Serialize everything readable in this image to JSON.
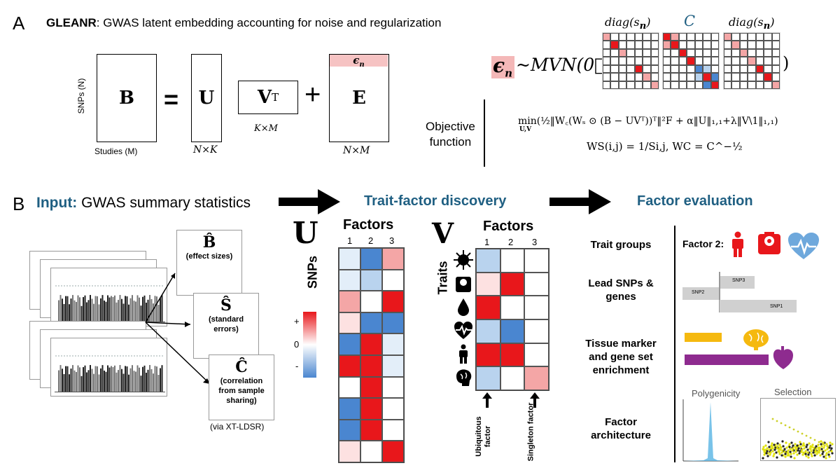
{
  "panel_a": {
    "letter": "A",
    "title_bold": "GLEANR",
    "title_rest": ": GWAS latent embedding accounting for noise and regularization",
    "y_label": "SNPs (N)",
    "x_label": "Studies (M)",
    "mat_b": "B",
    "equals": "=",
    "mat_u": "U",
    "dim_u": "N×K",
    "mat_vt": "V",
    "sup_t": "T",
    "dim_vt": "K×M",
    "plus": "+",
    "mat_e": "E",
    "eps_label": "ϵ",
    "eps_sub": "n",
    "dim_e": "N×M",
    "mvn_eps": "ϵ",
    "mvn_eps_sub": "n",
    "mvn_text": "~MVN(0⃗,",
    "mvn_close": ")",
    "diag_left": "diag(s",
    "diag_sub": "n",
    "diag_close": ")",
    "c_label": "C",
    "diag_right": "diag(s",
    "objective_label_1": "Objective",
    "objective_label_2": "function",
    "objective_formula": "min(½‖W꜀(Wₛ ⊙ (B − UVᵀ))ᵀ‖²F + α‖U‖₁,₁+λ‖V\\1‖₁,₁)",
    "objective_sub": "U,V",
    "weights_formula": "WS(i,j) = 1/Si,j, WC = C^−½"
  },
  "panel_b": {
    "letter": "B",
    "input_label": "Input:",
    "input_rest": " GWAS summary statistics",
    "discovery_title": "Trait-factor discovery",
    "evaluation_title": "Factor evaluation",
    "card_b_hat": "B̂",
    "card_b_text": "(effect sizes)",
    "card_s_hat": "Ŝ",
    "card_s_text": "(standard errors)",
    "card_c_hat": "Ĉ",
    "card_c_text": "(correlation from sample sharing)",
    "via_text": "(via XT-LDSR)",
    "u_letter": "U",
    "u_factors": "Factors",
    "u_rowlabel": "SNPs",
    "u_cols": [
      "1",
      "2",
      "3"
    ],
    "v_letter": "V",
    "v_factors": "Factors",
    "v_rowlabel": "Traits",
    "v_cols": [
      "1",
      "2",
      "3"
    ],
    "legend_plus": "+",
    "legend_zero": "0",
    "legend_minus": "-",
    "ubiquitous": "Ubiquitous factor",
    "singleton": "Singleton factor",
    "eval_rows": [
      "Trait groups",
      "Lead SNPs & genes",
      "Tissue marker and gene set enrichment",
      "Factor architecture"
    ],
    "factor2_label": "Factor 2:",
    "snp3": "SNP3",
    "snp2": "SNP2",
    "snp1": "SNP1",
    "polygenicity": "Polygenicity",
    "selection": "Selection"
  },
  "colors": {
    "blue_heading": "#1f5f82",
    "red": "#e8171b",
    "light_red": "#f4a6a6",
    "blue": "#4a86d0",
    "light_blue": "#b9d3ee",
    "purple": "#8e2b8f",
    "yellow": "#f5b90f",
    "teal": "#58b4e3"
  },
  "icons": [
    "virus-icon",
    "scale-icon",
    "drop-icon",
    "heartbeat-icon",
    "person-icon",
    "brain-icon",
    "arrow-right-icon",
    "heart-organ-icon"
  ]
}
